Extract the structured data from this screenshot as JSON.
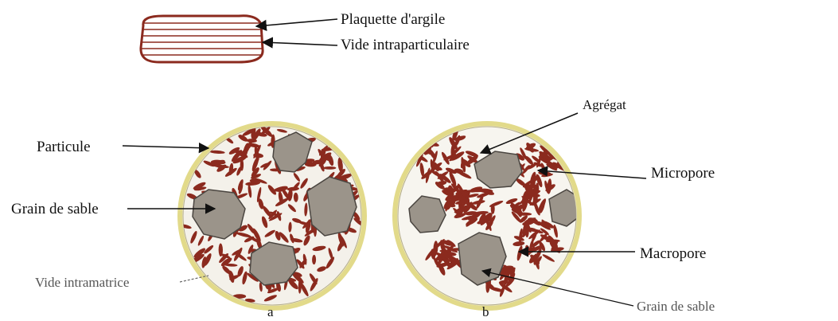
{
  "top_labels": {
    "plaquette": "Plaquette d'argile",
    "vide_intra": "Vide intraparticulaire"
  },
  "panel_a": {
    "particule": "Particule",
    "grain": "Grain de sable",
    "vide_matrice": "Vide intramatrice",
    "letter": "a"
  },
  "panel_b": {
    "agregat": "Agrégat",
    "micropore": "Micropore",
    "macropore": "Macropore",
    "grain": "Grain de sable",
    "letter": "b"
  },
  "colors": {
    "clay": "#8b2a1e",
    "circle_ring": "#e9e39a",
    "grain": "#9b948a",
    "arrow": "#111111"
  }
}
